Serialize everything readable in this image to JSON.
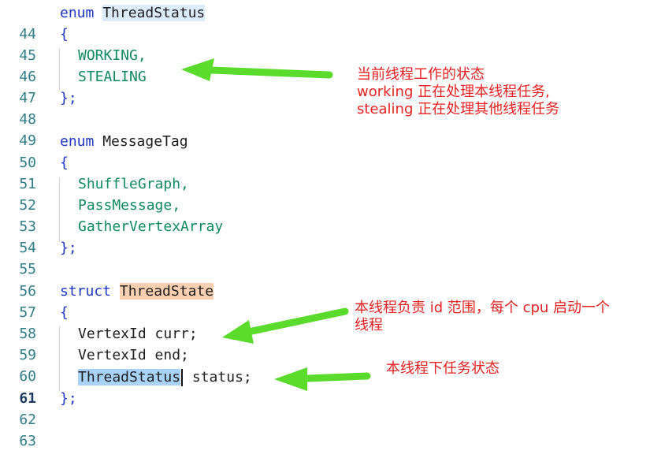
{
  "editor": {
    "line_numbers": [
      "44",
      "45",
      "46",
      "47",
      "48",
      "49",
      "50",
      "51",
      "52",
      "53",
      "54",
      "55",
      "56",
      "57",
      "58",
      "59",
      "60",
      "61",
      "62",
      "63"
    ],
    "code": {
      "l44": {
        "kw": "enum",
        "type": "ThreadStatus"
      },
      "l45": {
        "text": "{"
      },
      "l46": {
        "text": "WORKING,"
      },
      "l47": {
        "text": "STEALING"
      },
      "l48": {
        "text": "};"
      },
      "l50": {
        "kw": "enum",
        "type": "MessageTag"
      },
      "l51": {
        "text": "{"
      },
      "l52": {
        "text": "ShuffleGraph,"
      },
      "l53": {
        "text": "PassMessage,"
      },
      "l54": {
        "text": "GatherVertexArray"
      },
      "l55": {
        "text": "};"
      },
      "l57": {
        "kw": "struct",
        "type": "ThreadState"
      },
      "l58": {
        "text": "{"
      },
      "l59": {
        "text": "VertexId curr;"
      },
      "l60": {
        "text": "VertexId end;"
      },
      "l61": {
        "type": "ThreadStatus",
        "rest": " status;"
      },
      "l62": {
        "text": "};"
      }
    }
  },
  "annotations": {
    "thread_status_state": [
      "当前线程工作的状态",
      "working 正在处理本线程任务,",
      "stealing 正在处理其他线程任务"
    ],
    "thread_range": [
      "本线程负责 id 范围，每个 cpu 启动一个",
      "线程"
    ],
    "task_state": "本线程下任务状态"
  },
  "colors": {
    "keyword": "#1f37c7",
    "enum_member": "#0f8b5e",
    "annotation": "#e42222",
    "arrow": "#5bdc2d"
  }
}
